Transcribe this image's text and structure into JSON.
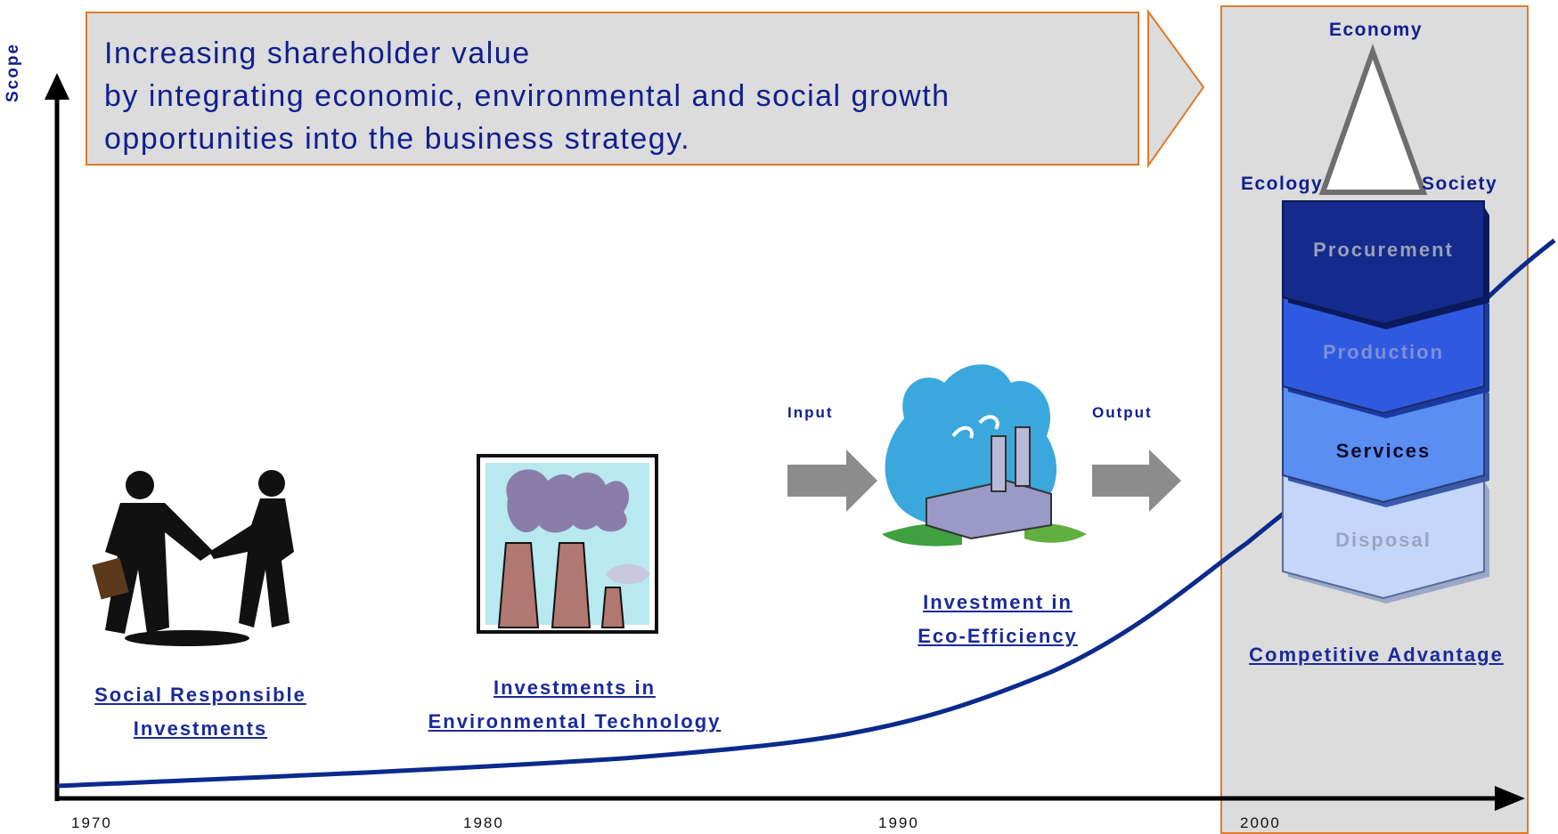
{
  "banner": {
    "lines": [
      "Increasing shareholder value",
      "by integrating economic, environmental and social growth",
      "opportunities into the business strategy."
    ]
  },
  "axis": {
    "y_label": "Scope",
    "x_ticks": [
      "1970",
      "1980",
      "1990",
      "2000"
    ]
  },
  "stages": [
    {
      "line1": "Social Responsible",
      "line2": "Investments"
    },
    {
      "line1": "Investments in",
      "line2": "Environmental Technology"
    },
    {
      "line1": "Investment in",
      "line2": "Eco-Efficiency"
    },
    {
      "line1": "Competitive Advantage"
    }
  ],
  "flow": {
    "input": "Input",
    "output": "Output"
  },
  "triangle": {
    "top": "Economy",
    "left": "Ecology",
    "right": "Society"
  },
  "value_chain": [
    {
      "label": "Procurement",
      "fill": "#142a8c",
      "text_color": "#9a9fb8"
    },
    {
      "label": "Production",
      "fill": "#2f5ae0",
      "text_color": "#7f8fd8"
    },
    {
      "label": "Services",
      "fill": "#5a8ef0",
      "text_color": "#0a0a2a"
    },
    {
      "label": "Disposal",
      "fill": "#c4d6fa",
      "text_color": "#9aa4c0"
    }
  ],
  "colors": {
    "accent_border": "#e07a2a",
    "panel_bg": "#dcdcdc",
    "curve": "#0a2a8c",
    "text_blue": "#0f1f8f"
  }
}
